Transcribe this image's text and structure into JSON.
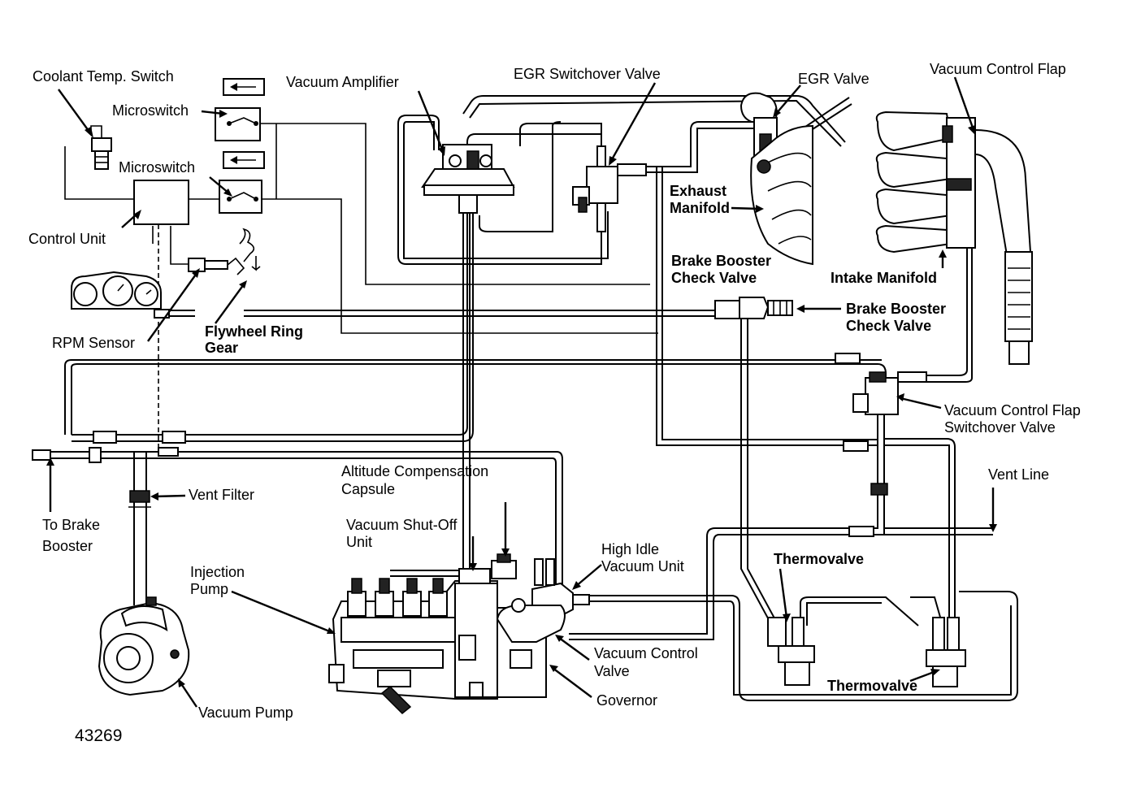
{
  "figure_number": "43269",
  "labels": {
    "coolant_temp_switch": "Coolant Temp. Switch",
    "microswitch_upper": "Microswitch",
    "microswitch_lower": "Microswitch",
    "control_unit": "Control Unit",
    "rpm_sensor": "RPM Sensor",
    "flywheel_ring_gear_line1": "Flywheel Ring",
    "flywheel_ring_gear_line2": "Gear",
    "vacuum_amplifier": "Vacuum Amplifier",
    "egr_switchover_valve": "EGR Switchover Valve",
    "egr_valve": "EGR Valve",
    "vacuum_control_flap": "Vacuum Control Flap",
    "exhaust_manifold_line1": "Exhaust",
    "exhaust_manifold_line2": "Manifold",
    "intake_manifold": "Intake Manifold",
    "brake_booster_check_valve_top_line1": "Brake Booster",
    "brake_booster_check_valve_top_line2": "Check Valve",
    "brake_booster_check_valve_right_line1": "Brake Booster",
    "brake_booster_check_valve_right_line2": "Check Valve",
    "vacuum_control_flap_switchover_line1": "Vacuum Control Flap",
    "vacuum_control_flap_switchover_line2": "Switchover Valve",
    "vent_line": "Vent Line",
    "to_brake_booster_line1": "To Brake",
    "to_brake_booster_line2": "Booster",
    "vent_filter": "Vent Filter",
    "altitude_compensation_line1": "Altitude Compensation",
    "altitude_compensation_line2": "Capsule",
    "vacuum_shutoff_line1": "Vacuum Shut-Off",
    "vacuum_shutoff_line2": "Unit",
    "high_idle_line1": "High Idle",
    "high_idle_line2": "Vacuum Unit",
    "injection_pump_line1": "Injection",
    "injection_pump_line2": "Pump",
    "thermovalve_upper": "Thermovalve",
    "thermovalve_lower": "Thermovalve",
    "vacuum_control_valve_line1": "Vacuum Control",
    "vacuum_control_valve_line2": "Valve",
    "governor": "Governor",
    "vacuum_pump": "Vacuum Pump"
  }
}
